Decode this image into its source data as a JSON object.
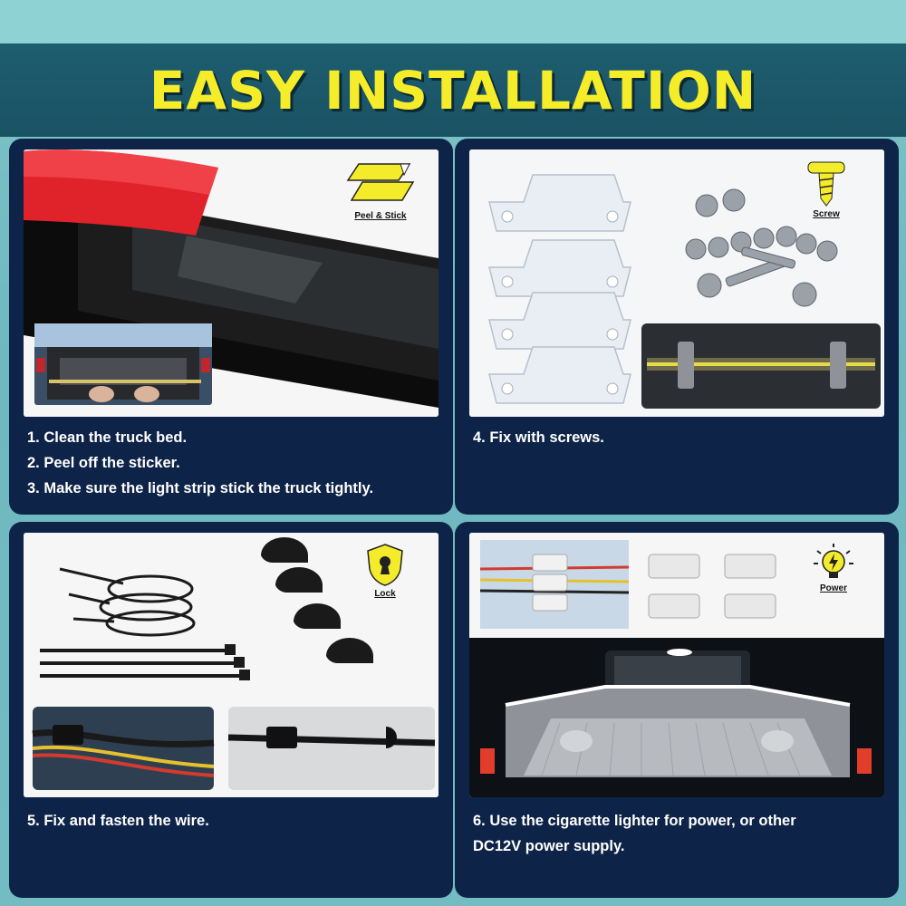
{
  "banner": {
    "title": "EASY INSTALLATION"
  },
  "colors": {
    "banner_text": "#f5ec2a",
    "banner_bg": "#1a5264",
    "panel_bg": "#0e2348",
    "page_bg": "#72bcc2"
  },
  "panels": [
    {
      "badge": {
        "icon": "peel-stick-icon",
        "label": "Peel & Stick"
      },
      "steps": [
        "1. Clean the truck bed.",
        "2. Peel off the sticker.",
        "3. Make sure the light strip  stick the truck tightly."
      ]
    },
    {
      "badge": {
        "icon": "screw-icon",
        "label": "Screw"
      },
      "steps": [
        "4. Fix with screws."
      ]
    },
    {
      "badge": {
        "icon": "lock-icon",
        "label": "Lock"
      },
      "steps": [
        "5. Fix and fasten the wire."
      ]
    },
    {
      "badge": {
        "icon": "power-bulb-icon",
        "label": "Power"
      },
      "steps": [
        "6. Use the cigarette lighter for power,   or other",
        "DC12V power supply."
      ]
    }
  ]
}
